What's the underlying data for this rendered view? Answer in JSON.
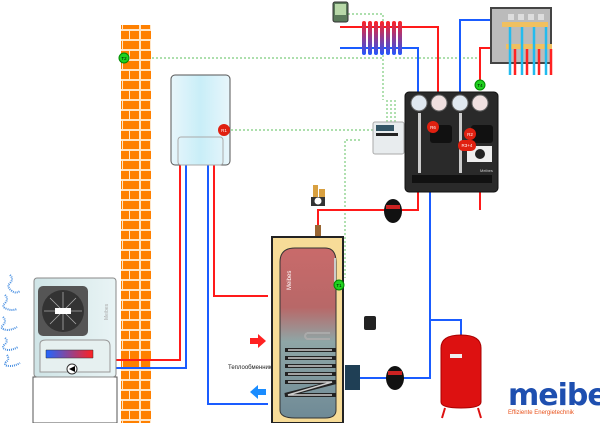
{
  "diagram": {
    "title": "Heat pump heating system schematic",
    "colors": {
      "supply": "#ff1a1a",
      "return": "#1a5cff",
      "control": "#66cc66",
      "brick": "#ff8000",
      "sensor_temp": "#1fd11f",
      "relay": "#e02010"
    },
    "labels": {
      "heat_exchanger": "Теплообменник",
      "tank_brand": "Meibes",
      "station_brand": "Meibes",
      "heat_pump_brand": "Meibes"
    },
    "sensors": {
      "t1": "T1",
      "t2": "T2",
      "t4": "T4",
      "r1": "R1",
      "r2": "R2",
      "r6": "R6",
      "r34": "R3+4"
    },
    "components": [
      "heat-pump-outdoor-unit",
      "brick-wall",
      "indoor-unit",
      "room-thermostat",
      "radiator",
      "underfloor-manifold",
      "pump-station",
      "controller",
      "safety-group",
      "hot-water-tank",
      "expansion-vessel",
      "circulation-pumps"
    ]
  },
  "brand": {
    "logo": "meibes",
    "tagline": "Effiziente Energietechnik"
  }
}
